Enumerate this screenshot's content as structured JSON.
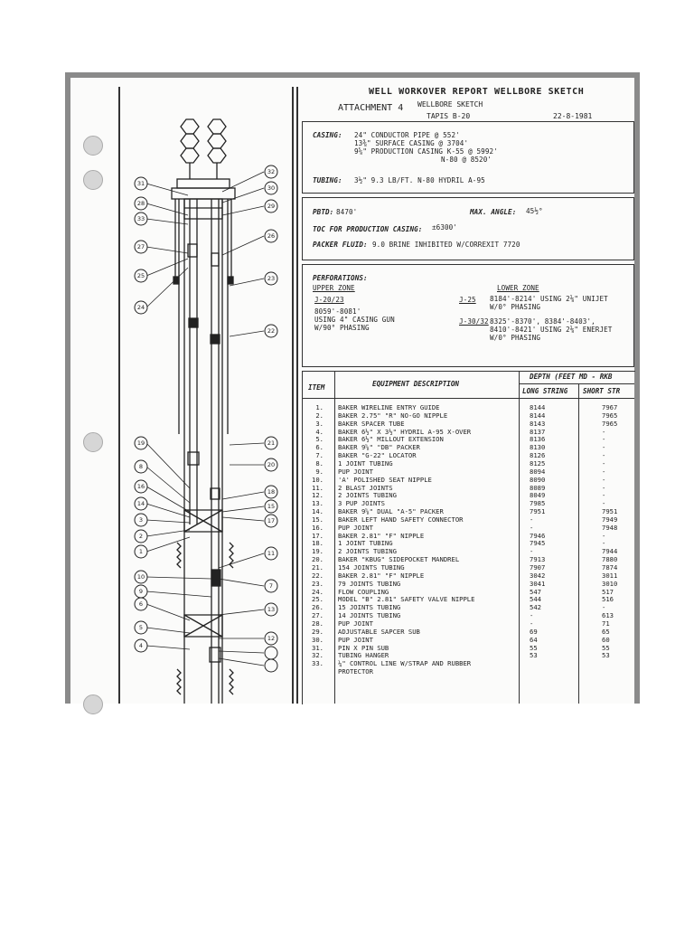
{
  "header": {
    "title": "WELL WORKOVER REPORT WELLBORE SKETCH",
    "attachment": "ATTACHMENT 4",
    "subtitle": "WELLBORE SKETCH",
    "well": "TAPIS B-20",
    "date": "22-8-1981"
  },
  "casing": {
    "label": "CASING:",
    "lines": [
      "24\" CONDUCTOR PIPE @ 552'",
      "13⅜\" SURFACE CASING @ 3704'",
      "9⅝\" PRODUCTION CASING K-55 @ 5992'",
      "N-80 @ 8520'"
    ],
    "tubing_label": "TUBING:",
    "tubing": "3½\" 9.3 LB/FT. N-80 HYDRIL A-95"
  },
  "well_info": {
    "pbtd_label": "PBTD:",
    "pbtd": "8470'",
    "max_angle_label": "MAX. ANGLE:",
    "max_angle": "45½°",
    "toc_label": "TOC FOR PRODUCTION CASING:",
    "toc": "±6300'",
    "packer_label": "PACKER FLUID:",
    "packer": "9.0 BRINE INHIBITED W/CORREXIT 7720"
  },
  "perforations": {
    "label": "PERFORATIONS:",
    "upper_zone": "UPPER ZONE",
    "lower_zone": "LOWER ZONE",
    "upper_id": "J-20/23",
    "upper_lines": [
      "8059'-8081'",
      "USING 4\" CASING GUN",
      "W/90° PHASING"
    ],
    "lower_a_id": "J-25",
    "lower_a_lines": [
      "8184'-8214' USING 2⅛\" UNIJET",
      "W/0° PHASING"
    ],
    "lower_b_id": "J-30/32",
    "lower_b_lines": [
      "8325'-8370', 8384'-8403',",
      "8410'-8421' USING 2⅛\" ENERJET",
      "W/0° PHASING"
    ]
  },
  "table": {
    "col_item": "ITEM",
    "col_desc": "EQUIPMENT DESCRIPTION",
    "col_depth": "DEPTH (FEET MD - RKB",
    "col_long": "LONG STRING",
    "col_short": "SHORT STR",
    "rows": [
      {
        "item": "1.",
        "desc": "BAKER WIRELINE ENTRY GUIDE",
        "long": "8144",
        "short": "7967"
      },
      {
        "item": "2.",
        "desc": "BAKER 2.75\" \"R\" NO-GO NIPPLE",
        "long": "8144",
        "short": "7965"
      },
      {
        "item": "3.",
        "desc": "BAKER SPACER TUBE",
        "long": "8143",
        "short": "7965"
      },
      {
        "item": "4.",
        "desc": "BAKER 6½\" X 3½\" HYDRIL A-95 X-OVER",
        "long": "8137",
        "short": "-"
      },
      {
        "item": "5.",
        "desc": "BAKER 6½\" MILLOUT EXTENSION",
        "long": "8136",
        "short": "-"
      },
      {
        "item": "6.",
        "desc": "BAKER 9⅝\" \"DB\" PACKER",
        "long": "8130",
        "short": "-"
      },
      {
        "item": "7.",
        "desc": "BAKER \"G-22\" LOCATOR",
        "long": "8126",
        "short": "-"
      },
      {
        "item": "8.",
        "desc": "1 JOINT TUBING",
        "long": "8125",
        "short": "-"
      },
      {
        "item": "9.",
        "desc": "PUP JOINT",
        "long": "8094",
        "short": "-"
      },
      {
        "item": "10.",
        "desc": "'A' POLISHED SEAT NIPPLE",
        "long": "8090",
        "short": "-"
      },
      {
        "item": "11.",
        "desc": "2 BLAST JOINTS",
        "long": "8089",
        "short": "-"
      },
      {
        "item": "12.",
        "desc": "2 JOINTS TUBING",
        "long": "8049",
        "short": "-"
      },
      {
        "item": "13.",
        "desc": "3 PUP JOINTS",
        "long": "7985",
        "short": "-"
      },
      {
        "item": "14.",
        "desc": "BAKER 9⅝\" DUAL \"A-5\" PACKER",
        "long": "7951",
        "short": "7951"
      },
      {
        "item": "15.",
        "desc": "BAKER LEFT HAND SAFETY CONNECTOR",
        "long": "-",
        "short": "7949"
      },
      {
        "item": "16.",
        "desc": "PUP JOINT",
        "long": "-",
        "short": "7948"
      },
      {
        "item": "17.",
        "desc": "BAKER 2.81\" \"F\" NIPPLE",
        "long": "7946",
        "short": "-"
      },
      {
        "item": "18.",
        "desc": "1 JOINT TUBING",
        "long": "7945",
        "short": "-"
      },
      {
        "item": "19.",
        "desc": "2 JOINTS TUBING",
        "long": "-",
        "short": "7944"
      },
      {
        "item": "20.",
        "desc": "BAKER \"KBUG\" SIDEPOCKET MANDREL",
        "long": "7913",
        "short": "7880"
      },
      {
        "item": "21.",
        "desc": "154 JOINTS TUBING",
        "long": "7907",
        "short": "7874"
      },
      {
        "item": "22.",
        "desc": "BAKER 2.81\" \"F\" NIPPLE",
        "long": "3042",
        "short": "3011"
      },
      {
        "item": "23.",
        "desc": "79 JOINTS TUBING",
        "long": "3041",
        "short": "3010"
      },
      {
        "item": "24.",
        "desc": "FLOW COUPLING",
        "long": "547",
        "short": "517"
      },
      {
        "item": "25.",
        "desc": "MODEL \"B\" 2.81\" SAFETY VALVE NIPPLE",
        "long": "544",
        "short": "516"
      },
      {
        "item": "26.",
        "desc": "15 JOINTS TUBING",
        "long": "542",
        "short": "-"
      },
      {
        "item": "27.",
        "desc": "14 JOINTS TUBING",
        "long": "-",
        "short": "613"
      },
      {
        "item": "28.",
        "desc": "PUP JOINT",
        "long": "-",
        "short": "71"
      },
      {
        "item": "29.",
        "desc": "ADJUSTABLE SAPCER SUB",
        "long": "69",
        "short": "65"
      },
      {
        "item": "30.",
        "desc": "PUP JOINT",
        "long": "64",
        "short": "60"
      },
      {
        "item": "31.",
        "desc": "PIN X PIN SUB",
        "long": "55",
        "short": "55"
      },
      {
        "item": "32.",
        "desc": "TUBING HANGER",
        "long": "53",
        "short": "53"
      },
      {
        "item": "33.",
        "desc": "¼\" CONTROL LINE W/STRAP AND RUBBER",
        "long": "",
        "short": ""
      },
      {
        "item": "",
        "desc": "PROTECTOR",
        "long": "",
        "short": ""
      }
    ]
  },
  "sketch": {
    "left_callouts": [
      "31",
      "28",
      "33",
      "27",
      "25",
      "24",
      "19",
      "8",
      "16",
      "14",
      "3",
      "2",
      "1",
      "10",
      "9",
      "6",
      "5",
      "4"
    ],
    "right_callouts": [
      "32",
      "30",
      "29",
      "26",
      "23",
      "22",
      "21",
      "20",
      "18",
      "15",
      "17",
      "11",
      "7",
      "13",
      "12"
    ]
  },
  "colors": {
    "ink": "#222222",
    "frame": "#8a8a8a",
    "paper": "#fbfbfa",
    "pink": "#d06090"
  }
}
